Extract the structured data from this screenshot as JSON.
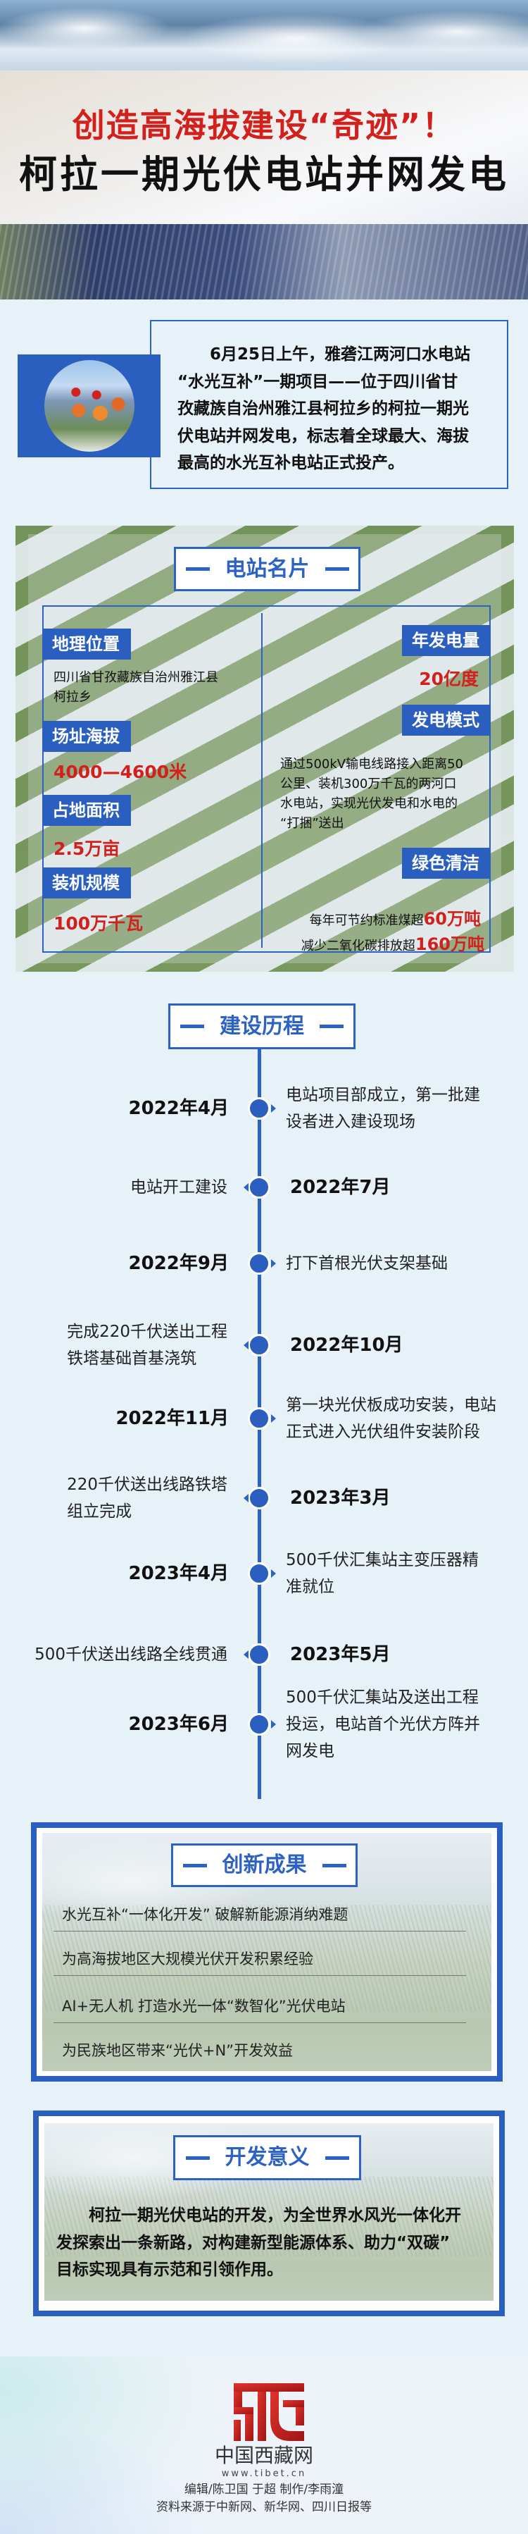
{
  "hero": {
    "title_line1": "创造高海拔建设“奇迹”！",
    "title_line2": "柯拉一期光伏电站并网发电"
  },
  "intro": {
    "paragraph": "　　6月25日上午，雅砻江两河口水电站\n“水光互补”一期项目——位于四川省甘\n孜藏族自治州雅江县柯拉乡的柯拉一期光\n伏电站并网发电，标志着全球最大、海拔\n最高的水光互补电站正式投产。"
  },
  "station_card": {
    "title": "电站名片",
    "left": [
      {
        "label": "地理位置",
        "value": "四川省甘孜藏族自治州雅江县\n柯拉乡"
      },
      {
        "label": "场址海拔",
        "value": "4000—4600米"
      },
      {
        "label": "占地面积",
        "value": "2.5万亩"
      },
      {
        "label": "装机规模",
        "value": "100万千瓦"
      }
    ],
    "right": [
      {
        "label": "年发电量",
        "value": "20亿度"
      },
      {
        "label": "发电模式",
        "value": "通过500kV输电线路接入距离50\n公里、装机300万千瓦的两河口\n水电站，实现光伏发电和水电的\n“打捆”送出"
      },
      {
        "label": "绿色清洁",
        "lines": [
          {
            "text": "每年可节约标准煤超",
            "highlight": "60万吨"
          },
          {
            "text": "减少二氧化碳排放超",
            "highlight": "160万吨"
          }
        ]
      }
    ]
  },
  "timeline": {
    "title": "建设历程",
    "events": [
      {
        "date": "2022年4月",
        "desc": "电站项目部成立，第一批建\n设者进入建设现场"
      },
      {
        "date": "2022年7月",
        "desc": "电站开工建设"
      },
      {
        "date": "2022年9月",
        "desc": "打下首根光伏支架基础"
      },
      {
        "date": "2022年10月",
        "desc": "完成220千伏送出工程\n铁塔基础首基浇筑"
      },
      {
        "date": "2022年11月",
        "desc": "第一块光伏板成功安装，电站\n正式进入光伏组件安装阶段"
      },
      {
        "date": "2023年3月",
        "desc": "220千伏送出线路铁塔\n组立完成"
      },
      {
        "date": "2023年4月",
        "desc": "500千伏汇集站主变压器精\n准就位"
      },
      {
        "date": "2023年5月",
        "desc": "500千伏送出线路全线贯通"
      },
      {
        "date": "2023年6月",
        "desc": "500千伏汇集站及送出工程\n投运，电站首个光伏方阵并\n网发电"
      }
    ]
  },
  "innovation": {
    "title": "创新成果",
    "items": [
      "水光互补“一体化开发” 破解新能源消纳难题",
      "为高海拔地区大规模光伏开发积累经验",
      "AI+无人机 打造水光一体“数智化”光伏电站",
      "为民族地区带来“光伏+N”开发效益"
    ]
  },
  "significance": {
    "title": "开发意义",
    "paragraph": "　　柯拉一期光伏电站的开发，为全世界水风光一体化开\n发探索出一条新路，对构建新型能源体系、助力“双碳”\n目标实现具有示范和引领作用。"
  },
  "footer": {
    "logo_name": "中国西藏网",
    "url": "www.tibet.cn",
    "credits": "编辑/陈卫国 于超  制作/李雨潼",
    "sources": "资料来源于中新网、新华网、四川日报等"
  },
  "colors": {
    "accent_blue": "#2a5fbf",
    "highlight_red": "#d2201c",
    "background": "#e6f1f8"
  }
}
